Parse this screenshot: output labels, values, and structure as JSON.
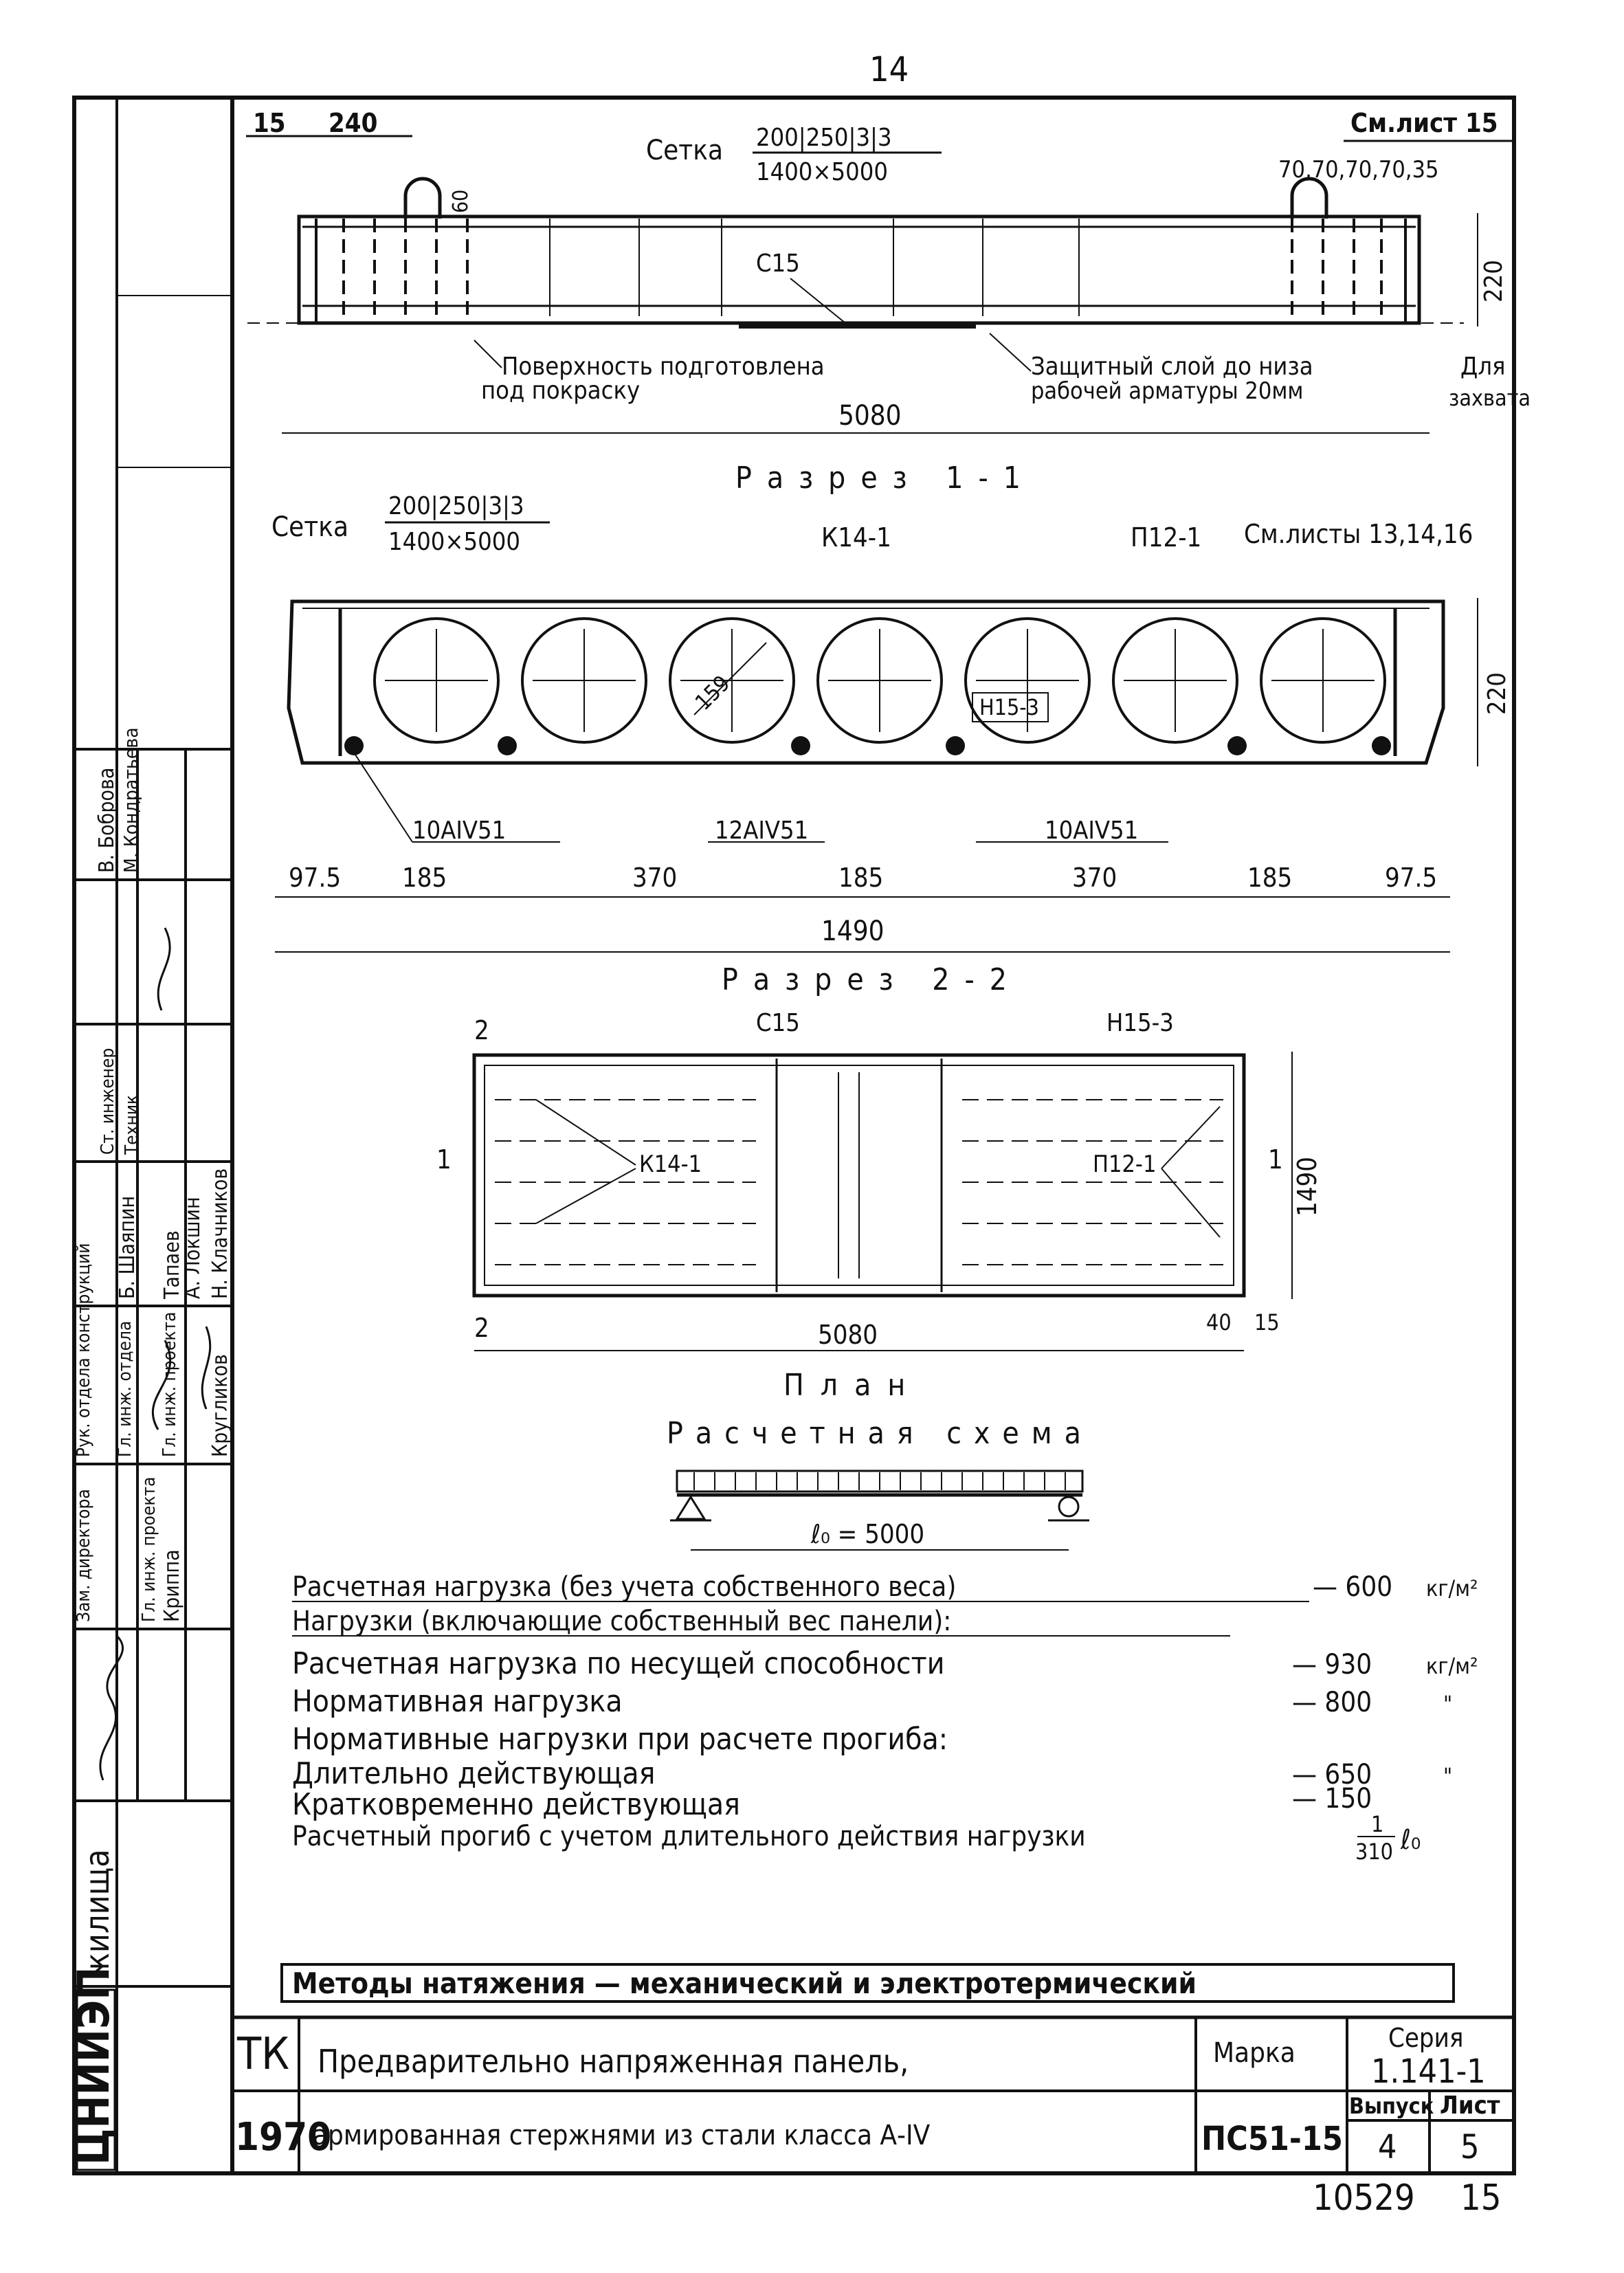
{
  "page_number": "14",
  "section1": {
    "dim_15": "15",
    "dim_240": "240",
    "mesh_label": "Сетка",
    "mesh_top": "200|250|3|3",
    "mesh_bottom": "1400×5000",
    "see_sheet": "См.лист 15",
    "dims_right": "70,70,70,70,35",
    "loop_dim": "60",
    "s15": "С15",
    "surface_note_1": "Поверхность подготовлена",
    "surface_note_2": "под покраску",
    "cover_note_1": "Защитный слой до низа",
    "cover_note_2": "рабочей арматуры 20мм",
    "grip_1": "Для",
    "grip_2": "захвата",
    "height": "220",
    "length": "5080"
  },
  "section1_title": "Разрез 1-1",
  "section2": {
    "mesh_label": "Сетка",
    "mesh_top": "200|250|3|3",
    "mesh_bottom": "1400×5000",
    "k14": "К14-1",
    "p12": "П12-1",
    "see_sheets": "См.листы 13,14,16",
    "dia": "159",
    "n15": "Н15-3",
    "height": "220",
    "bars_1": "10АIV51",
    "bars_2": "12АIV51",
    "bars_3": "10АIV51",
    "spacing": [
      "97.5",
      "185",
      "370",
      "185",
      "370",
      "185",
      "97.5"
    ],
    "width": "1490"
  },
  "section2_title": "Разрез 2-2",
  "plan": {
    "s15": "С15",
    "n15": "Н15-3",
    "k14": "К14-1",
    "p12": "П12-1",
    "mark_1": "1",
    "mark_2": "2",
    "width": "1490",
    "length": "5080",
    "dim_40": "40",
    "dim_15": "15",
    "title": "План"
  },
  "scheme": {
    "title": "Расчетная схема",
    "span": "ℓ₀ = 5000"
  },
  "loads": {
    "line1": "Расчетная нагрузка (без учета собственного веса)",
    "line1_val": "— 600",
    "line1_unit": "кг/м²",
    "line2": "Нагрузки (включающие собственный вес панели):",
    "line3": "Расчетная нагрузка по несущей способности",
    "line3_val": "— 930",
    "line3_unit": "кг/м²",
    "line4": "Нормативная нагрузка",
    "line4_val": "— 800",
    "line4_unit": "\"",
    "line5": "Нормативные нагрузки при расчете прогиба:",
    "line6": "Длительно действующая",
    "line6_val": "— 650",
    "line6_unit": "\"",
    "line7": "Кратковременно действующая",
    "line7_val": "— 150",
    "line8": "Расчетный прогиб с учетом длительного действия нагрузки",
    "line8_num": "1",
    "line8_den": "310",
    "line8_unit": "ℓ₀"
  },
  "methods": "Методы натяжения — механический и электротермический",
  "stamp": {
    "org_prefix": "ЦНИИЭП",
    "org_suffix": "жилища",
    "tk": "ТК",
    "year": "1970",
    "title_line1": "Предварительно напряженная панель,",
    "title_line2": "армированная стержнями из стали класса А-IV",
    "marka_label": "Марка",
    "marka": "ПС51-15",
    "series_label": "Серия",
    "series": "1.141-1",
    "issue_label": "Выпуск",
    "issue": "4",
    "sheet_label": "Лист",
    "sheet": "5"
  },
  "signatures": [
    {
      "role": "Зам. директора",
      "name": "Криппа"
    },
    {
      "role": "Рук. отдела конструкций",
      "name": "Кругликов"
    },
    {
      "role": "Гл. инж. отдела",
      "name": "Тапаев"
    },
    {
      "role": "Гл. инж. проекта",
      "name": "А. Локшин"
    },
    {
      "role": "Гл. инж. проекта",
      "name": "Н. Клачников"
    },
    {
      "role": "Ст. инженер",
      "name": "Б. Шаяпин"
    },
    {
      "role": "Техник",
      "name": "М. Кондратьева"
    },
    {
      "role": "",
      "name": "В. Боброва"
    }
  ],
  "inventory_no": "10529",
  "inventory_sheet": "15"
}
